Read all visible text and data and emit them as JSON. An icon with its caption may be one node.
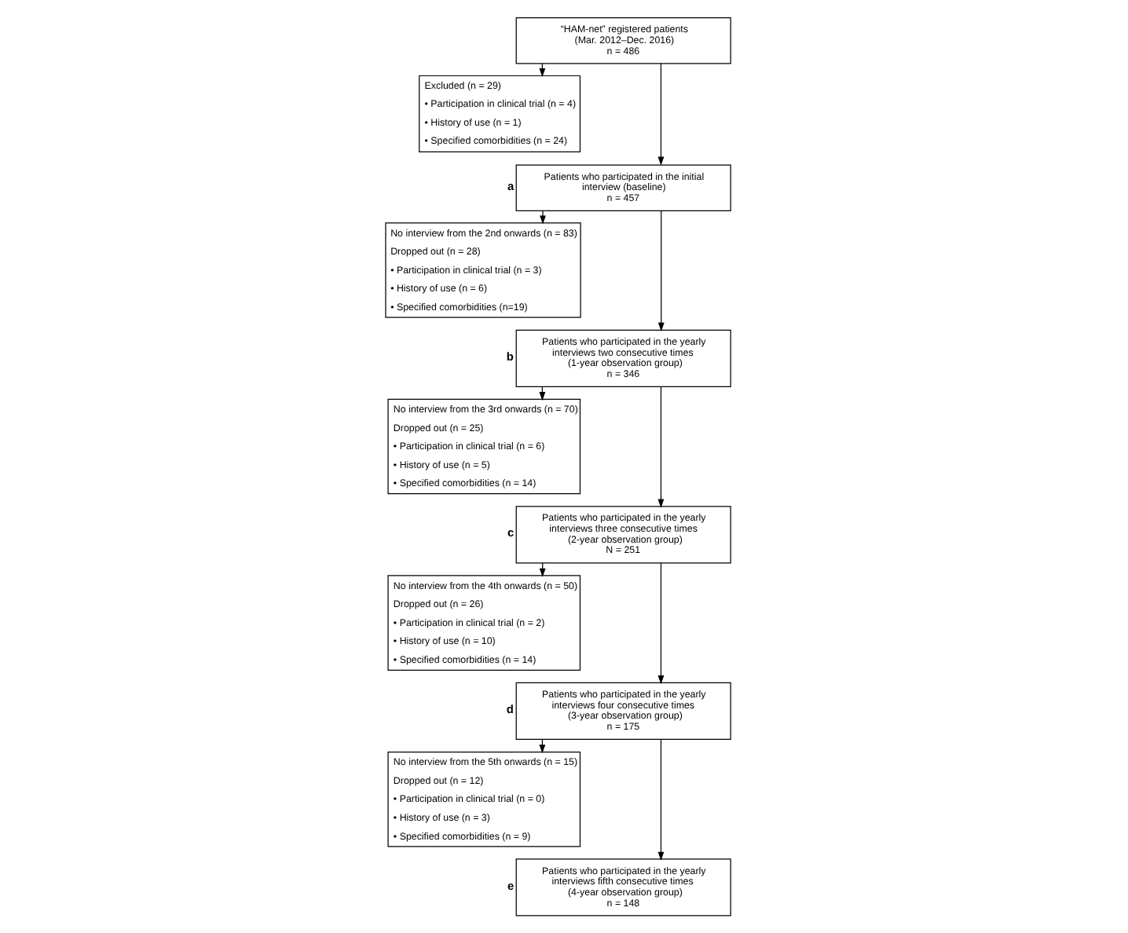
{
  "diagram": {
    "nodes": [
      {
        "text": [
          "“HAM-net” registered patients",
          "(Mar. 2012–Dec. 2016)",
          "n = 486"
        ]
      },
      {
        "text": [
          "Excluded (n = 29)",
          "• Participation in clinical trial (n = 4)",
          "• History of use (n = 1)",
          "• Specified comorbidities (n = 24)"
        ]
      },
      {
        "text": [
          "Patients who participated in the initial interview (baseline)",
          "n = 457"
        ],
        "beside": [
          "a"
        ]
      },
      {
        "text": [
          "No interview from the 2nd onwards (n = 83)",
          "Dropped out (n = 28)",
          "• Participation in clinical trial (n = 3)",
          "• History of use (n = 6)",
          "• Specified comorbidities (n=19)"
        ]
      },
      {
        "text": [
          "Patients who participated in the yearly interviews two consecutive times",
          "(1-year observation group)",
          "n = 346"
        ],
        "beside": [
          "b"
        ]
      },
      {
        "text": [
          "No interview from the 3rd onwards (n = 70)",
          "Dropped out (n = 25)",
          "• Participation in clinical trial (n = 6)",
          "• History of use (n = 5)",
          "• Specified comorbidities (n = 14)"
        ]
      },
      {
        "text": [
          "Patients who participated in the yearly interviews three consecutive times",
          "(2-year observation group)",
          "N = 251"
        ],
        "beside": [
          "c"
        ]
      },
      {
        "text": [
          "No interview from the 4th onwards (n = 50)",
          "Dropped out (n = 26)",
          "• Participation in clinical trial (n = 2)",
          "• History of use (n = 10)",
          "• Specified comorbidities (n = 14)"
        ]
      },
      {
        "text": [
          "Patients who participated in the yearly interviews four consecutive times",
          "(3-year observation group)",
          "n = 175"
        ],
        "beside": [
          "d"
        ]
      },
      {
        "text": [
          "No interview from the 5th onwards (n = 15)",
          "Dropped out (n = 12)",
          "• Participation in clinical trial (n = 0)",
          "• History of use (n = 3)",
          "• Specified comorbidities (n = 9)"
        ]
      },
      {
        "text": [
          "Patients who participated in the yearly interviews fifth consecutive times",
          "(4-year observation group)",
          "n = 148"
        ],
        "beside": [
          "e"
        ]
      }
    ],
    "edges": [
      {
        "from": 0,
        "to": 1,
        "arrow": "to"
      },
      {
        "from": 0,
        "to": 2,
        "arrow": "to"
      },
      {
        "from": 2,
        "to": 3,
        "arrow": "to"
      },
      {
        "from": 2,
        "to": 4,
        "arrow": "to"
      },
      {
        "from": 4,
        "to": 5,
        "arrow": "to"
      },
      {
        "from": 4,
        "to": 6,
        "arrow": "to"
      },
      {
        "from": 6,
        "to": 7,
        "arrow": "to"
      },
      {
        "from": 6,
        "to": 8,
        "arrow": "to"
      },
      {
        "from": 8,
        "to": 9,
        "arrow": "to"
      },
      {
        "from": 8,
        "to": 10,
        "arrow": "to"
      }
    ]
  }
}
